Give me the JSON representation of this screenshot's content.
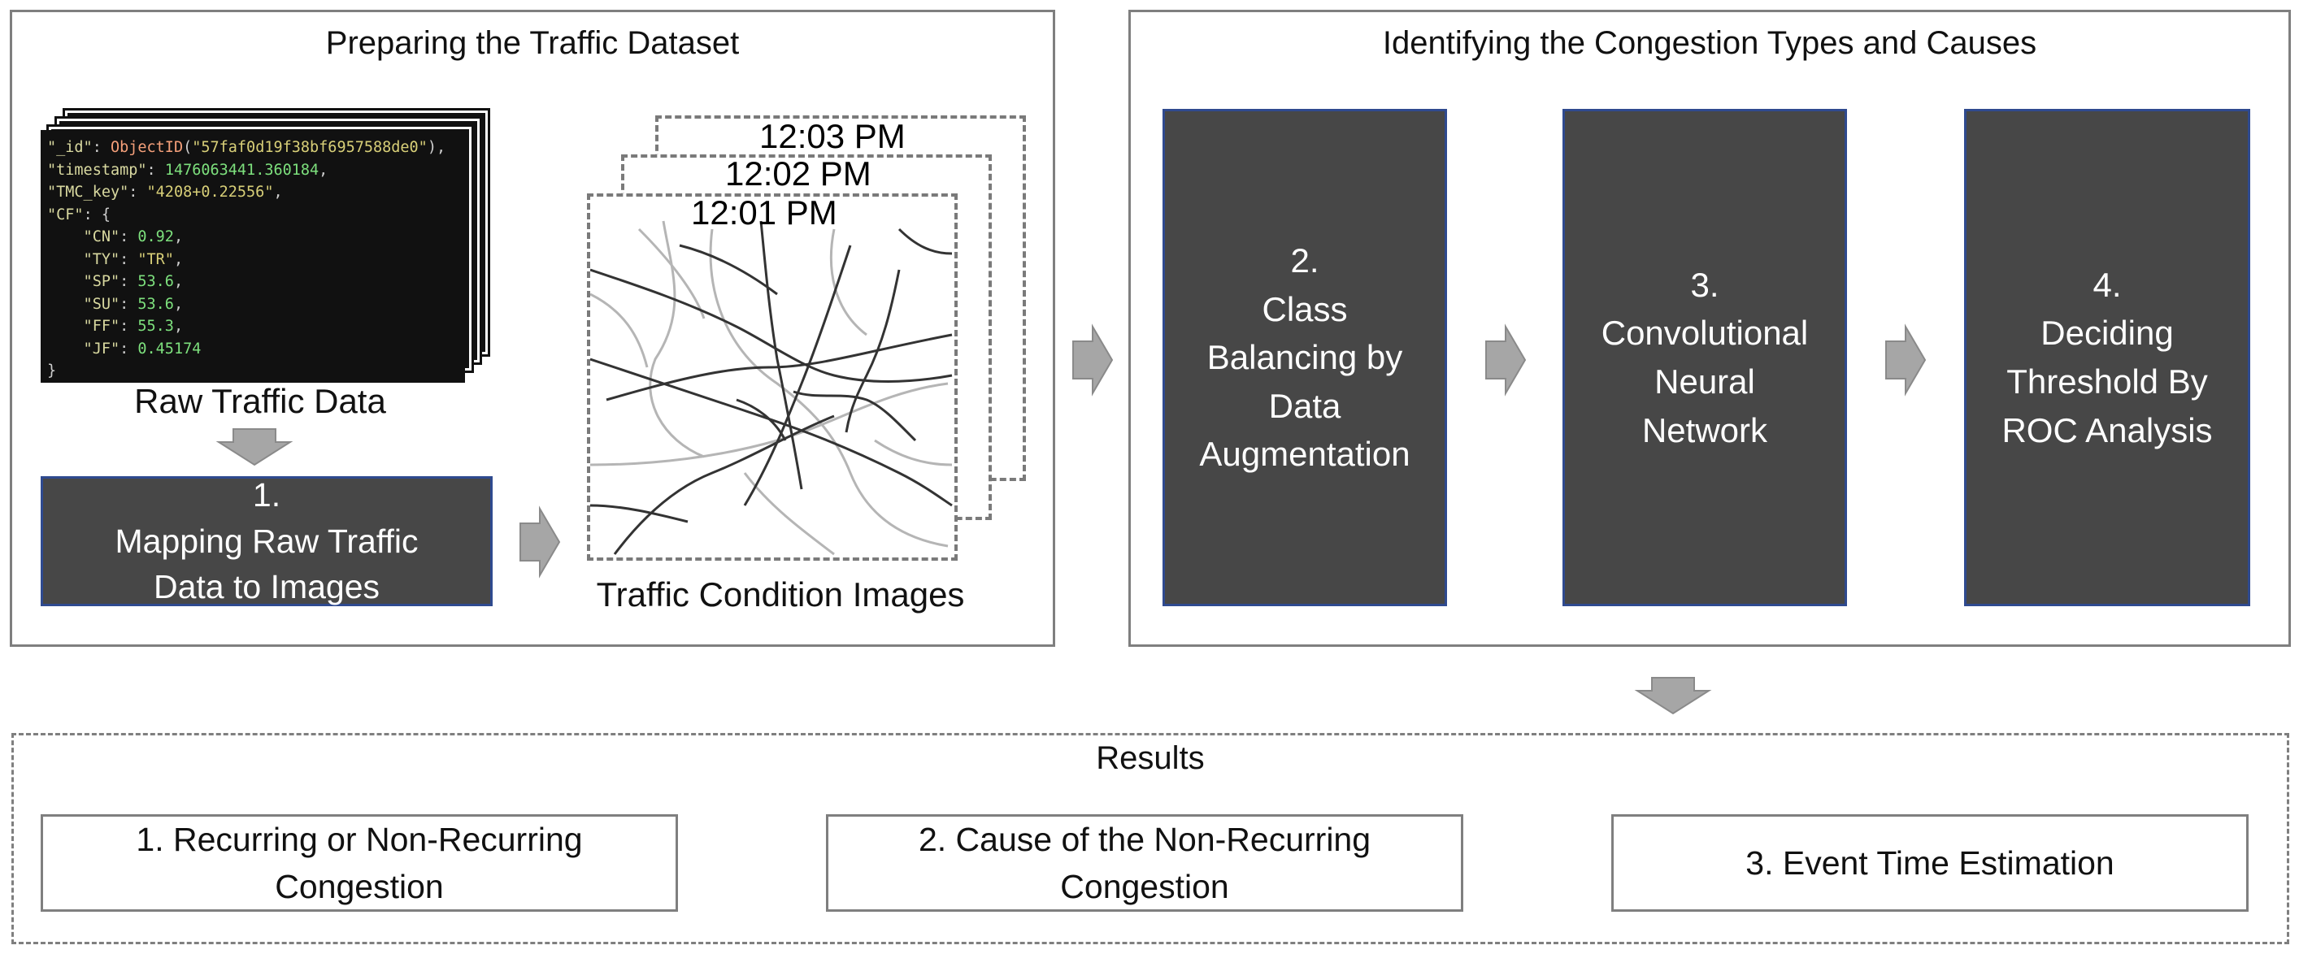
{
  "left_panel": {
    "title": "Preparing the Traffic Dataset",
    "raw_data_label": "Raw Traffic Data",
    "raw_data_record": [
      {
        "key": "\"_id\"",
        "func": "ObjectID",
        "value": "\"57faf0d19f38bf6957588de0\""
      },
      {
        "key": "\"timestamp\"",
        "value": "1476063441.360184"
      },
      {
        "key": "\"TMC_key\"",
        "value": "\"4208+0.22556\""
      },
      {
        "key": "\"CF\"",
        "value": "{"
      },
      {
        "key": "\"CN\"",
        "value": "0.92"
      },
      {
        "key": "\"TY\"",
        "value": "\"TR\""
      },
      {
        "key": "\"SP\"",
        "value": "53.6"
      },
      {
        "key": "\"SU\"",
        "value": "53.6"
      },
      {
        "key": "\"FF\"",
        "value": "55.3"
      },
      {
        "key": "\"JF\"",
        "value": "0.45174"
      },
      {
        "key": "}",
        "value": ""
      }
    ],
    "step1": "1.\nMapping Raw Traffic\nData to Images",
    "images_label": "Traffic Condition Images",
    "timestamps": [
      "12:03 PM",
      "12:02 PM",
      "12:01 PM"
    ]
  },
  "right_panel": {
    "title": "Identifying the Congestion Types and Causes",
    "steps": [
      "2.\nClass\nBalancing by\nData\nAugmentation",
      "3.\nConvolutional\nNeural\nNetwork",
      "4.\nDeciding\nThreshold By\nROC Analysis"
    ]
  },
  "results": {
    "title": "Results",
    "items": [
      "1. Recurring or Non-Recurring\nCongestion",
      "2. Cause of the Non-Recurring\nCongestion",
      "3. Event Time Estimation"
    ]
  },
  "colors": {
    "dark_box": "#474747",
    "dark_box_border": "#2f4a8f",
    "panel_border": "#7f7f7f",
    "arrow": "#a6a6a6"
  }
}
